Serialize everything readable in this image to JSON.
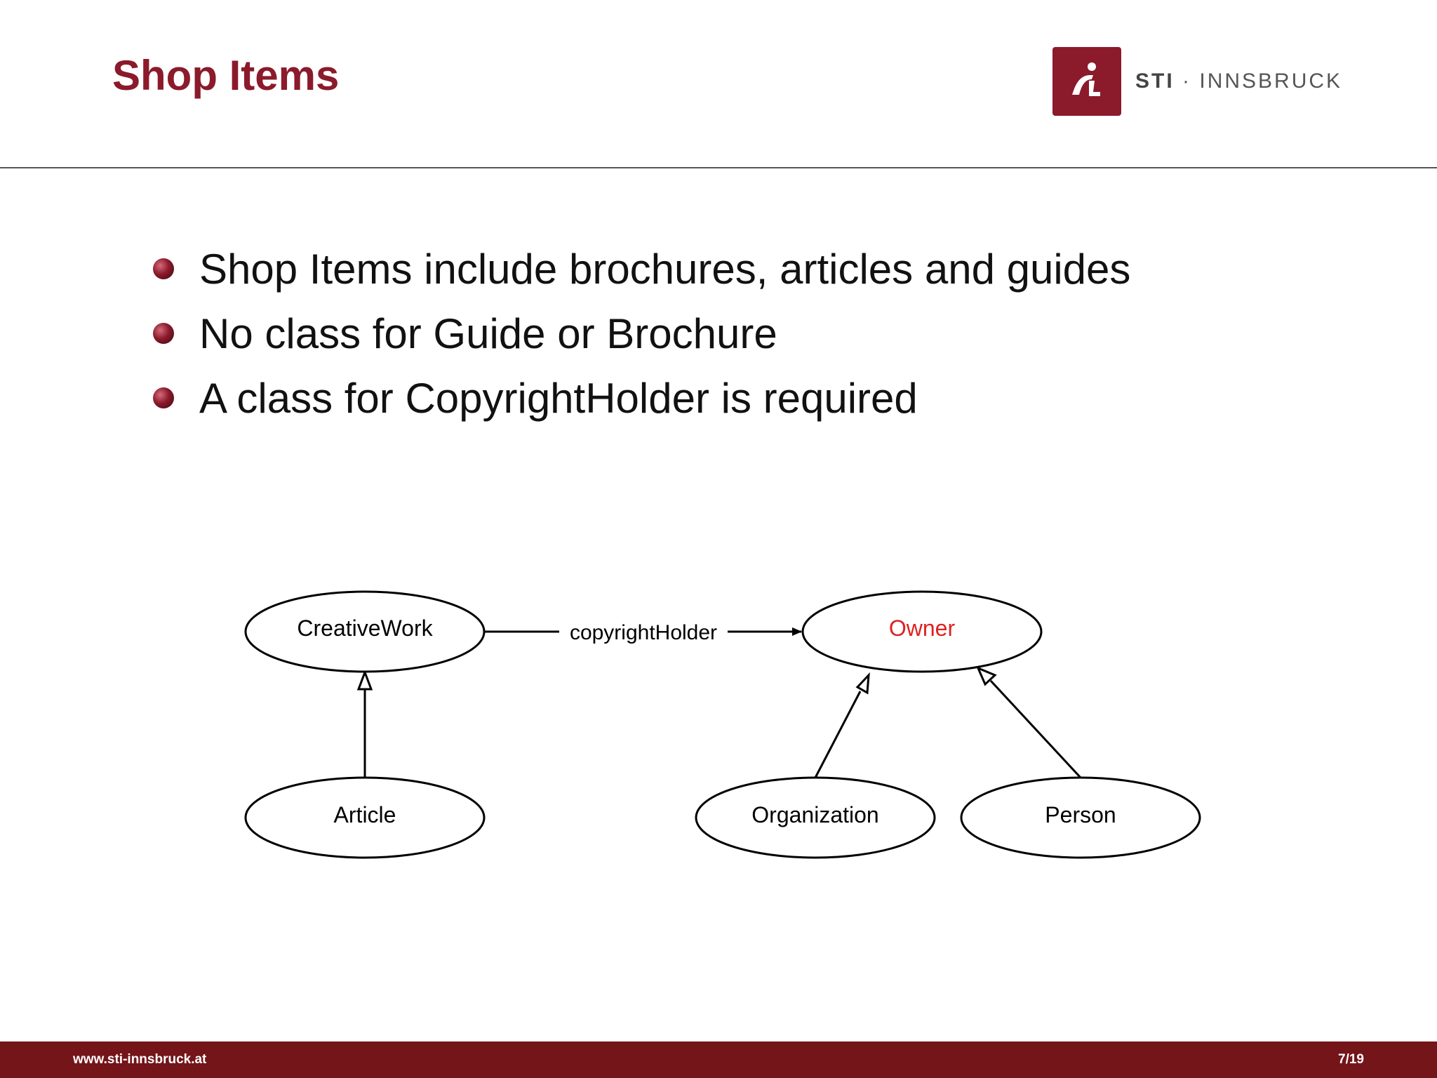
{
  "slide": {
    "title": "Shop Items",
    "logo": {
      "brand_bold": "STI",
      "separator": "·",
      "brand_rest": "INNSBRUCK",
      "icon": "sti-logo-icon",
      "color": "#8b1a2b"
    },
    "bullets": [
      "Shop Items include brochures, articles and guides",
      "No class for Guide or Brochure",
      "A class for CopyrightHolder is required"
    ],
    "diagram": {
      "nodes": {
        "creative_work": "CreativeWork",
        "owner": "Owner",
        "article": "Article",
        "organization": "Organization",
        "person": "Person"
      },
      "edges": {
        "copyright_holder": "copyrightHolder"
      },
      "highlight_color": "#e02020"
    },
    "footer": {
      "url": "www.sti-innsbruck.at",
      "page": "7/19",
      "color": "#741519"
    }
  }
}
